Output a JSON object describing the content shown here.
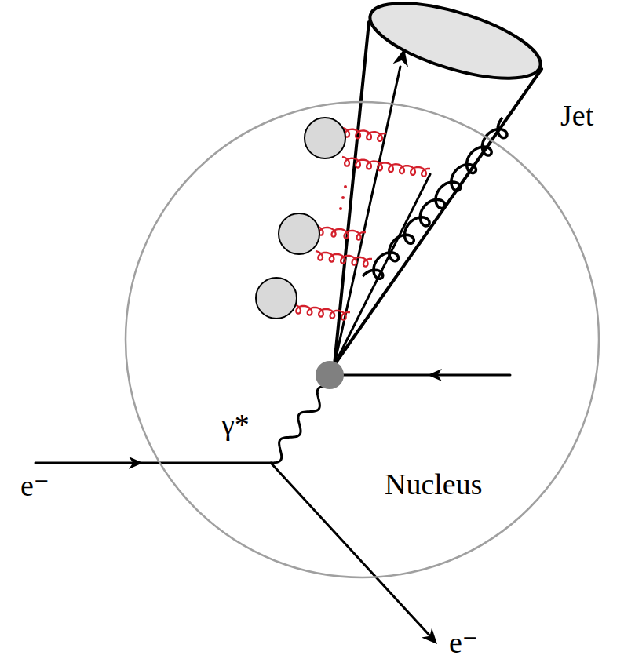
{
  "diagram": {
    "nodes": [
      {
        "text": [
          "Nucleus"
        ]
      }
    ],
    "labels": [
      "Jet",
      "γ*",
      "e⁻",
      "e⁻"
    ]
  }
}
